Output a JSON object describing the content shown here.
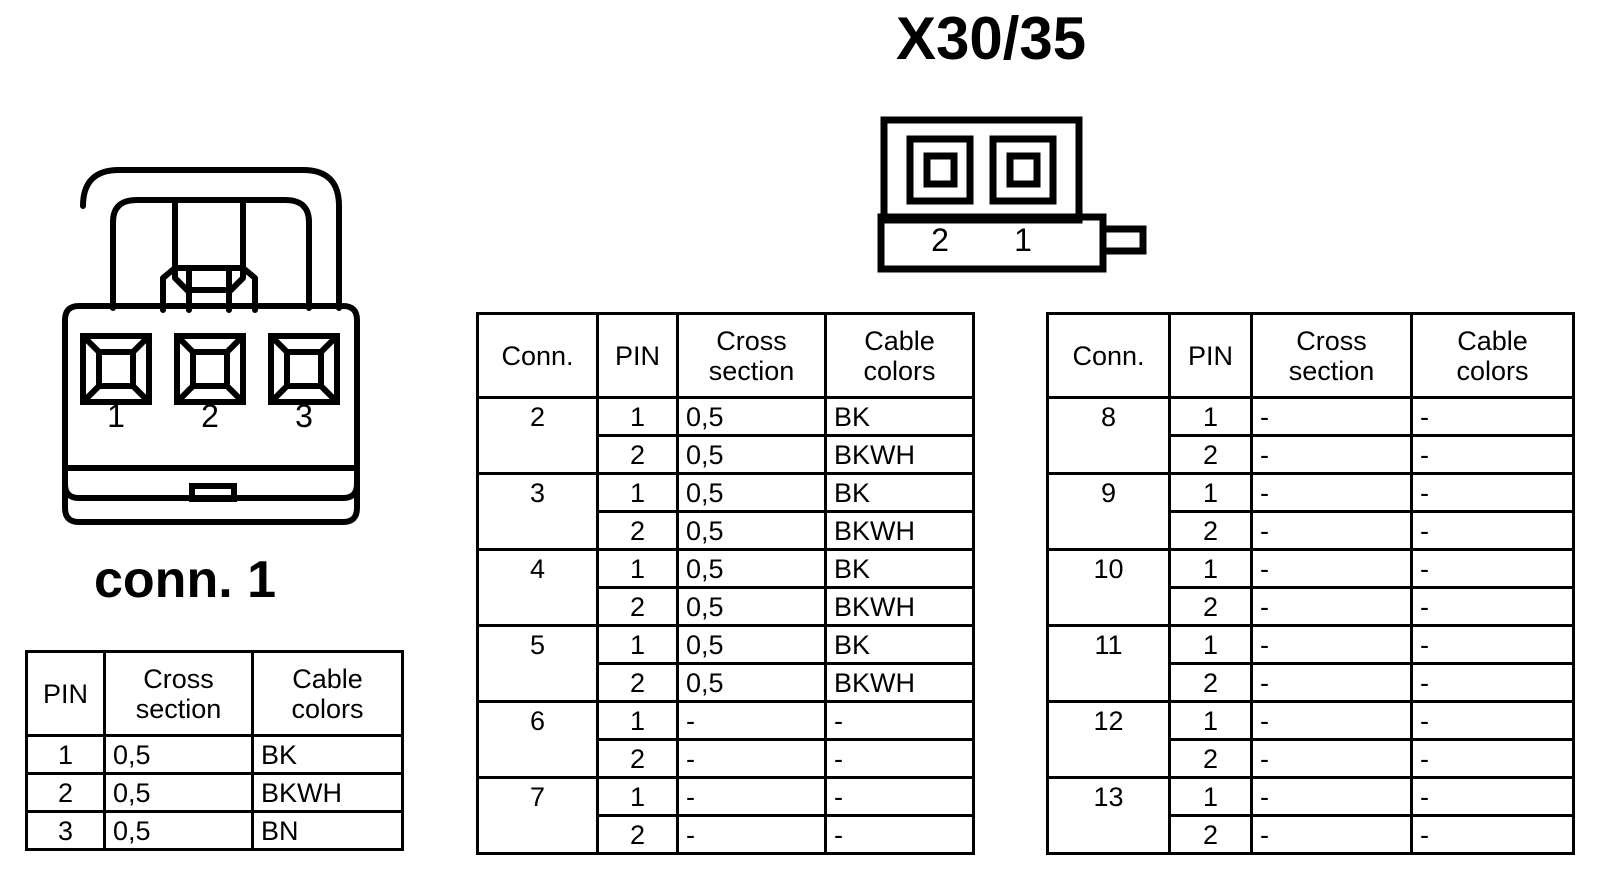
{
  "title": "X30/35",
  "diagrams": {
    "connector_3pin": {
      "name": "conn. 1",
      "caption": "conn. 1",
      "pin_labels": [
        "1",
        "2",
        "3"
      ]
    },
    "connector_2pin": {
      "name": "X30/35",
      "pin_labels": [
        "2",
        "1"
      ]
    }
  },
  "tables": {
    "conn1": {
      "headers": [
        "PIN",
        "Cross section",
        "Cable colors"
      ],
      "header_parts": {
        "pin": "PIN",
        "cross_1": "Cross",
        "cross_2": "section",
        "cable_1": "Cable",
        "cable_2": "colors"
      },
      "rows": [
        {
          "pin": "1",
          "cross_section": "0,5",
          "cable_colors": "BK"
        },
        {
          "pin": "2",
          "cross_section": "0,5",
          "cable_colors": "BKWH"
        },
        {
          "pin": "3",
          "cross_section": "0,5",
          "cable_colors": "BN"
        }
      ]
    },
    "middle": {
      "headers": [
        "Conn.",
        "PIN",
        "Cross section",
        "Cable colors"
      ],
      "header_parts": {
        "conn": "Conn.",
        "pin": "PIN",
        "cross_1": "Cross",
        "cross_2": "section",
        "cable_1": "Cable",
        "cable_2": "colors"
      },
      "rows": [
        {
          "conn": "2",
          "pin": "1",
          "cross_section": "0,5",
          "cable_colors": "BK"
        },
        {
          "conn": "",
          "pin": "2",
          "cross_section": "0,5",
          "cable_colors": "BKWH"
        },
        {
          "conn": "3",
          "pin": "1",
          "cross_section": "0,5",
          "cable_colors": "BK"
        },
        {
          "conn": "",
          "pin": "2",
          "cross_section": "0,5",
          "cable_colors": "BKWH"
        },
        {
          "conn": "4",
          "pin": "1",
          "cross_section": "0,5",
          "cable_colors": "BK"
        },
        {
          "conn": "",
          "pin": "2",
          "cross_section": "0,5",
          "cable_colors": "BKWH"
        },
        {
          "conn": "5",
          "pin": "1",
          "cross_section": "0,5",
          "cable_colors": "BK"
        },
        {
          "conn": "",
          "pin": "2",
          "cross_section": "0,5",
          "cable_colors": "BKWH"
        },
        {
          "conn": "6",
          "pin": "1",
          "cross_section": "-",
          "cable_colors": "-"
        },
        {
          "conn": "",
          "pin": "2",
          "cross_section": "-",
          "cable_colors": "-"
        },
        {
          "conn": "7",
          "pin": "1",
          "cross_section": "-",
          "cable_colors": "-"
        },
        {
          "conn": "",
          "pin": "2",
          "cross_section": "-",
          "cable_colors": "-"
        }
      ]
    },
    "right": {
      "headers": [
        "Conn.",
        "PIN",
        "Cross section",
        "Cable colors"
      ],
      "header_parts": {
        "conn": "Conn.",
        "pin": "PIN",
        "cross_1": "Cross",
        "cross_2": "section",
        "cable_1": "Cable",
        "cable_2": "colors"
      },
      "rows": [
        {
          "conn": "8",
          "pin": "1",
          "cross_section": "-",
          "cable_colors": "-"
        },
        {
          "conn": "",
          "pin": "2",
          "cross_section": "-",
          "cable_colors": "-"
        },
        {
          "conn": "9",
          "pin": "1",
          "cross_section": "-",
          "cable_colors": "-"
        },
        {
          "conn": "",
          "pin": "2",
          "cross_section": "-",
          "cable_colors": "-"
        },
        {
          "conn": "10",
          "pin": "1",
          "cross_section": "-",
          "cable_colors": "-"
        },
        {
          "conn": "",
          "pin": "2",
          "cross_section": "-",
          "cable_colors": "-"
        },
        {
          "conn": "11",
          "pin": "1",
          "cross_section": "-",
          "cable_colors": "-"
        },
        {
          "conn": "",
          "pin": "2",
          "cross_section": "-",
          "cable_colors": "-"
        },
        {
          "conn": "12",
          "pin": "1",
          "cross_section": "-",
          "cable_colors": "-"
        },
        {
          "conn": "",
          "pin": "2",
          "cross_section": "-",
          "cable_colors": "-"
        },
        {
          "conn": "13",
          "pin": "1",
          "cross_section": "-",
          "cable_colors": "-"
        },
        {
          "conn": "",
          "pin": "2",
          "cross_section": "-",
          "cable_colors": "-"
        }
      ]
    }
  },
  "colors": {
    "line": "#000000",
    "background": "#ffffff",
    "text": "#000000"
  }
}
